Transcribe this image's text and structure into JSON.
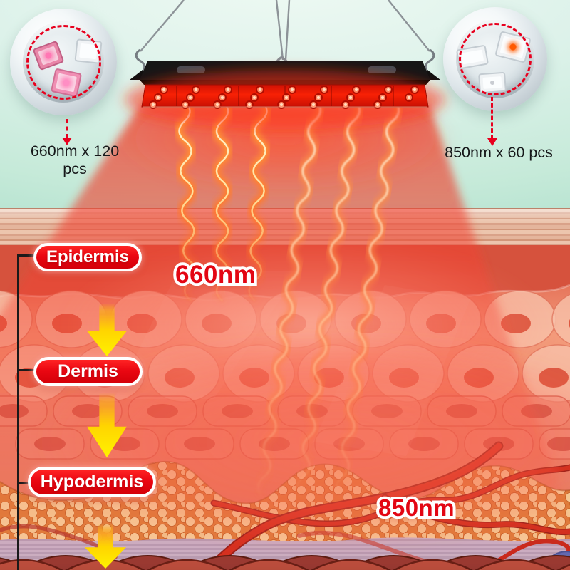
{
  "callouts": {
    "left_label": "660nm x 120 pcs",
    "right_label": "850nm x 60 pcs"
  },
  "beam_labels": {
    "red": "660nm",
    "infrared": "850nm"
  },
  "skin_layers": [
    {
      "label": "Epidermis"
    },
    {
      "label": "Dermis"
    },
    {
      "label": "Hypodermis"
    }
  ],
  "led_counts": {
    "red_660nm_pcs": 120,
    "infrared_850nm_pcs": 60
  },
  "colors": {
    "accent_red": "#e30613",
    "pill_red": "#e60012",
    "arrow_yellow": "#ffe400",
    "sky_teal": "#c6ead9",
    "beam_glow": "#ff7a45",
    "fat_orange": "#e8934c",
    "fascia_lavender": "#b4aac6",
    "muscle_red": "#b24a3a"
  }
}
